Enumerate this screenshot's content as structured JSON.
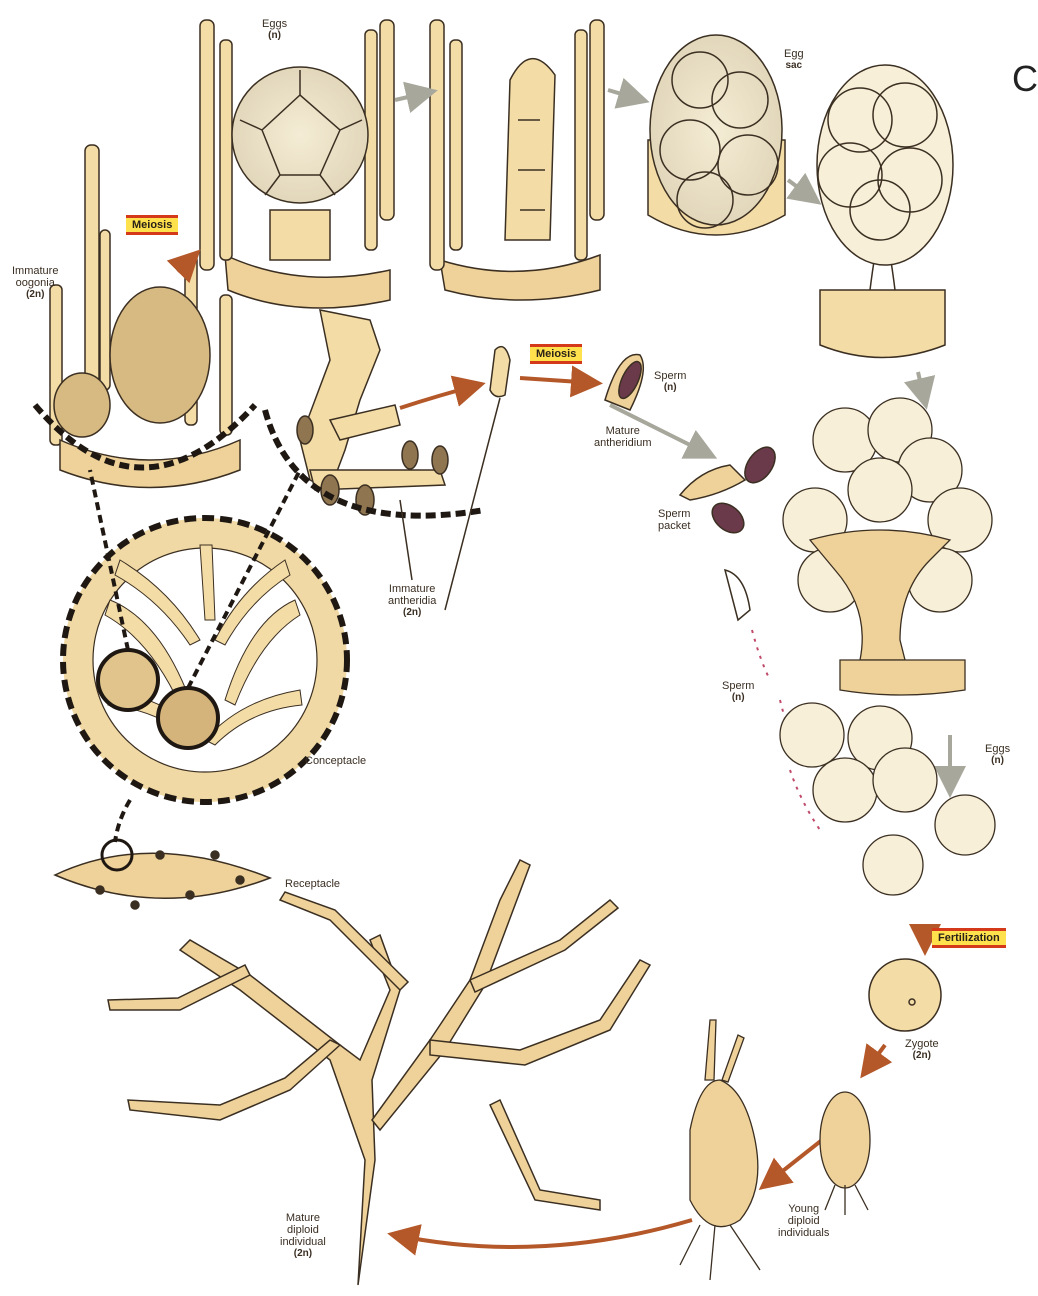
{
  "panel_letter": "C",
  "stage_tags": {
    "meiosis_female": "Meiosis",
    "meiosis_male": "Meiosis",
    "fertilization": "Fertilization"
  },
  "labels": {
    "eggs_top": {
      "line1": "Eggs",
      "line2": "(n)"
    },
    "egg_sac": {
      "line1": "Egg",
      "line2": "sac"
    },
    "immature_oogonia": {
      "line1": "Immature",
      "line2": "oogonia",
      "line3": "(2n)"
    },
    "sperm_top": {
      "line1": "Sperm",
      "line2": "(n)"
    },
    "mature_antheridium": {
      "line1": "Mature",
      "line2": "antheridium"
    },
    "sperm_packet": {
      "line1": "Sperm",
      "line2": "packet"
    },
    "immature_antheridia": {
      "line1": "Immature",
      "line2": "antheridia",
      "line3": "(2n)"
    },
    "sperm_mid": {
      "line1": "Sperm",
      "line2": "(n)"
    },
    "conceptacle": "Conceptacle",
    "eggs_right": {
      "line1": "Eggs",
      "line2": "(n)"
    },
    "receptacle": "Receptacle",
    "zygote": {
      "line1": "Zygote",
      "line2": "(2n)"
    },
    "young_diploid": {
      "line1": "Young",
      "line2": "diploid",
      "line3": "individuals"
    },
    "mature_diploid": {
      "line1": "Mature",
      "line2": "diploid",
      "line3": "individual",
      "line4": "(2n)"
    }
  },
  "colors": {
    "tissue": "#f3dca6",
    "tissue_dark": "#e8c987",
    "outline": "#3b2f22",
    "egg_fill": "#f7efd8",
    "arrow_gray": "#a7a79c",
    "arrow_brown": "#b4582a",
    "sperm": "#6a3a4a",
    "tag_yellow": "#ffe14d",
    "tag_red": "#d43a1a"
  }
}
